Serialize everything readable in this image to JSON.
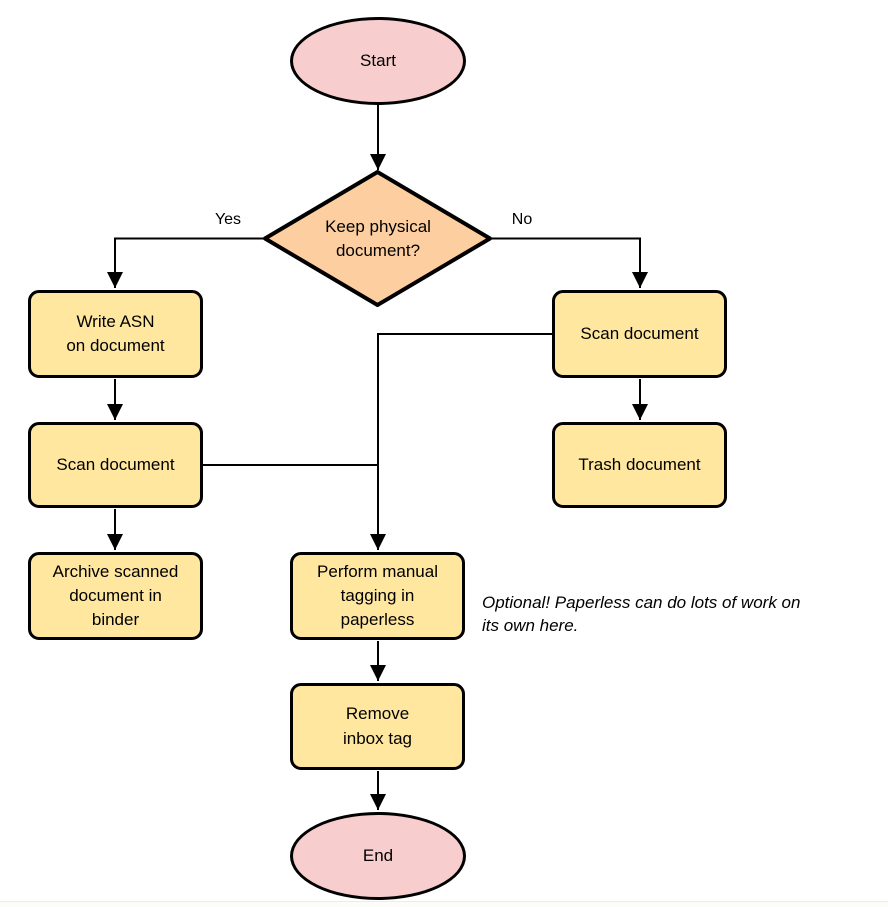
{
  "diagram": {
    "type": "flowchart",
    "colors": {
      "terminator_fill": "#f8cdcd",
      "decision_fill": "#fdcfa0",
      "process_fill": "#ffe7a0",
      "stroke": "#000000",
      "background": "#ffffff"
    },
    "nodes": [
      {
        "id": "start",
        "type": "ellipse",
        "label": "Start"
      },
      {
        "id": "keep-physical-decision",
        "type": "diamond",
        "label": "Keep physical\ndocument?"
      },
      {
        "id": "write-asn",
        "type": "process",
        "label": "Write ASN\non document"
      },
      {
        "id": "scan-document-left",
        "type": "process",
        "label": "Scan document"
      },
      {
        "id": "archive-binder",
        "type": "process",
        "label": "Archive scanned\ndocument in\nbinder"
      },
      {
        "id": "scan-document-right",
        "type": "process",
        "label": "Scan document"
      },
      {
        "id": "trash-document",
        "type": "process",
        "label": "Trash document"
      },
      {
        "id": "manual-tagging",
        "type": "process",
        "label": "Perform manual\ntagging in\npaperless"
      },
      {
        "id": "remove-inbox-tag",
        "type": "process",
        "label": "Remove\ninbox tag"
      },
      {
        "id": "end",
        "type": "ellipse",
        "label": "End"
      }
    ],
    "edge_labels": {
      "yes": "Yes",
      "no": "No"
    },
    "note": {
      "text": "Optional! Paperless can do lots of work on\nits own here."
    }
  }
}
